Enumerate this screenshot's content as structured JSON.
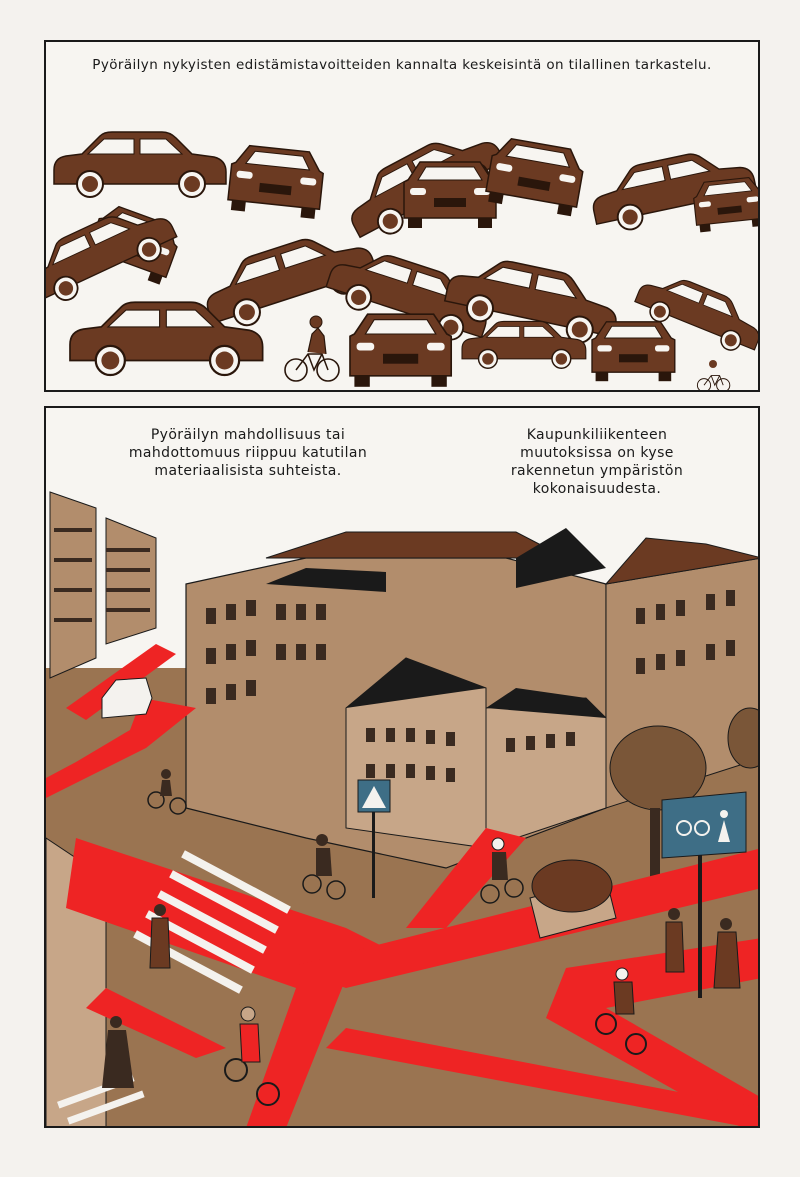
{
  "panels": {
    "top": {
      "caption": "Pyöräilyn nykyisten edistämistavoitteiden kannalta keskeisintä on tilallinen tarkastelu."
    },
    "bottom": {
      "caption_left": "Pyöräilyn mahdollisuus tai mahdottomuus riippuu katutilan materiaalisista suhteista.",
      "caption_right": "Kaupunkiliikenteen muutoksissa on kyse rakennetun ympäristön kokonaisuudesta."
    }
  },
  "colors": {
    "ink": "#1a1a1a",
    "sepia": "#6b3a22",
    "sepia_light": "#a47858",
    "building": "#b28d6c",
    "ground": "#9a7451",
    "bike_lane": "#ee2424",
    "sign_blue": "#3e6e86"
  },
  "icons": [
    "car-icon",
    "cyclist-icon",
    "pedestrian-sign-icon",
    "cycle-pedestrian-sign-icon"
  ]
}
